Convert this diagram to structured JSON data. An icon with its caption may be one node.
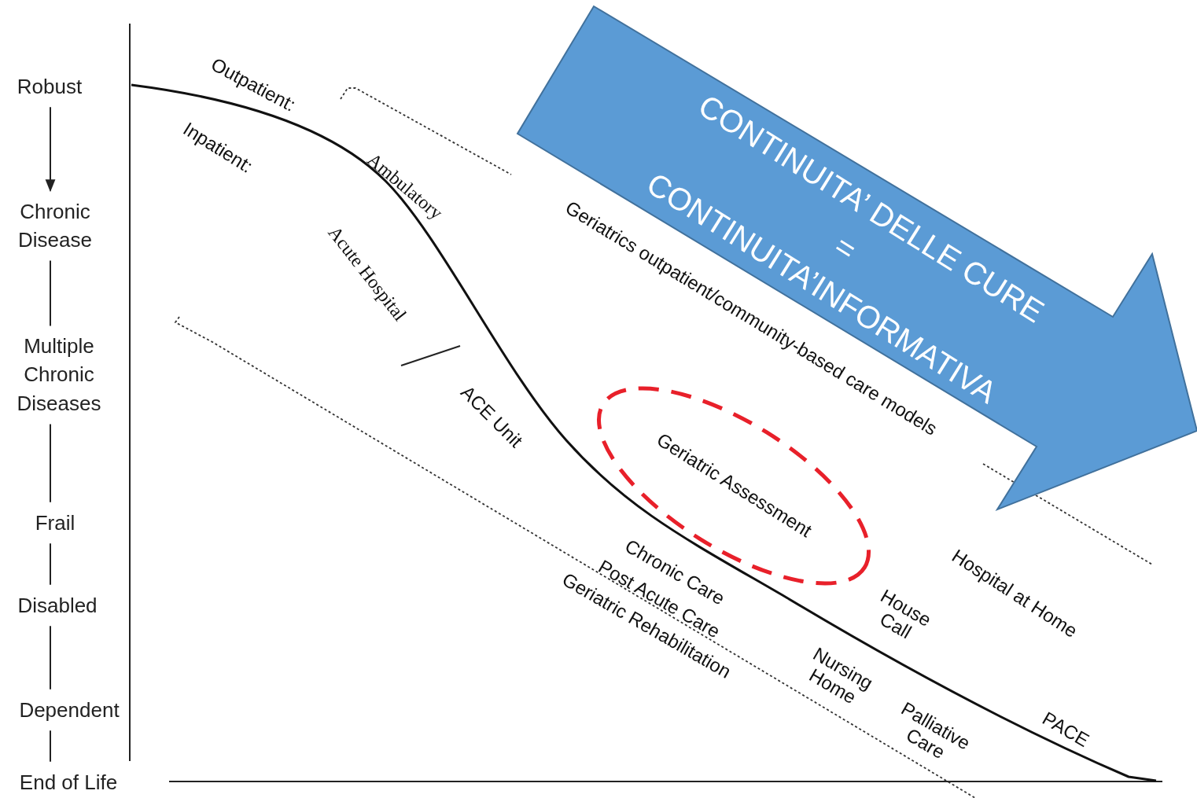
{
  "diagram": {
    "nodes": [
      {
        "text": [
          "Robust"
        ]
      },
      {
        "text": [
          "Chronic Disease"
        ]
      },
      {
        "text": [
          "Multiple Chronic Diseases"
        ]
      },
      {
        "text": [
          "Frail"
        ]
      },
      {
        "text": [
          "Disabled"
        ]
      },
      {
        "text": [
          "Dependent"
        ]
      },
      {
        "text": [
          "End of Life"
        ]
      },
      {
        "text": [
          "CONTINUITA’ DELLE CURE",
          "=",
          "CONTINUITA’INFORMATIVA"
        ]
      },
      {
        "text": [
          "Geriatric Assessment"
        ]
      }
    ],
    "edges": [
      {
        "from": 0,
        "to": 1,
        "arrow": "to"
      },
      {
        "from": 1,
        "to": 2,
        "arrow": "none"
      },
      {
        "from": 2,
        "to": 3,
        "arrow": "none"
      },
      {
        "from": 3,
        "to": 4,
        "arrow": "none"
      },
      {
        "from": 4,
        "to": 5,
        "arrow": "none"
      },
      {
        "from": 5,
        "to": 6,
        "arrow": "none"
      }
    ],
    "labels": [
      "Outpatient:",
      "Inpatient:",
      "Ambulatory",
      "Acute Hospital",
      "ACE Unit",
      "Geriatrics outpatient/community-based care models",
      "Hospital at Home",
      "House Call",
      "Chronic Care",
      "Post Acute Care",
      "Geriatric Rehabilitation",
      "Nursing Home",
      "Palliative Care",
      "PACE"
    ]
  }
}
